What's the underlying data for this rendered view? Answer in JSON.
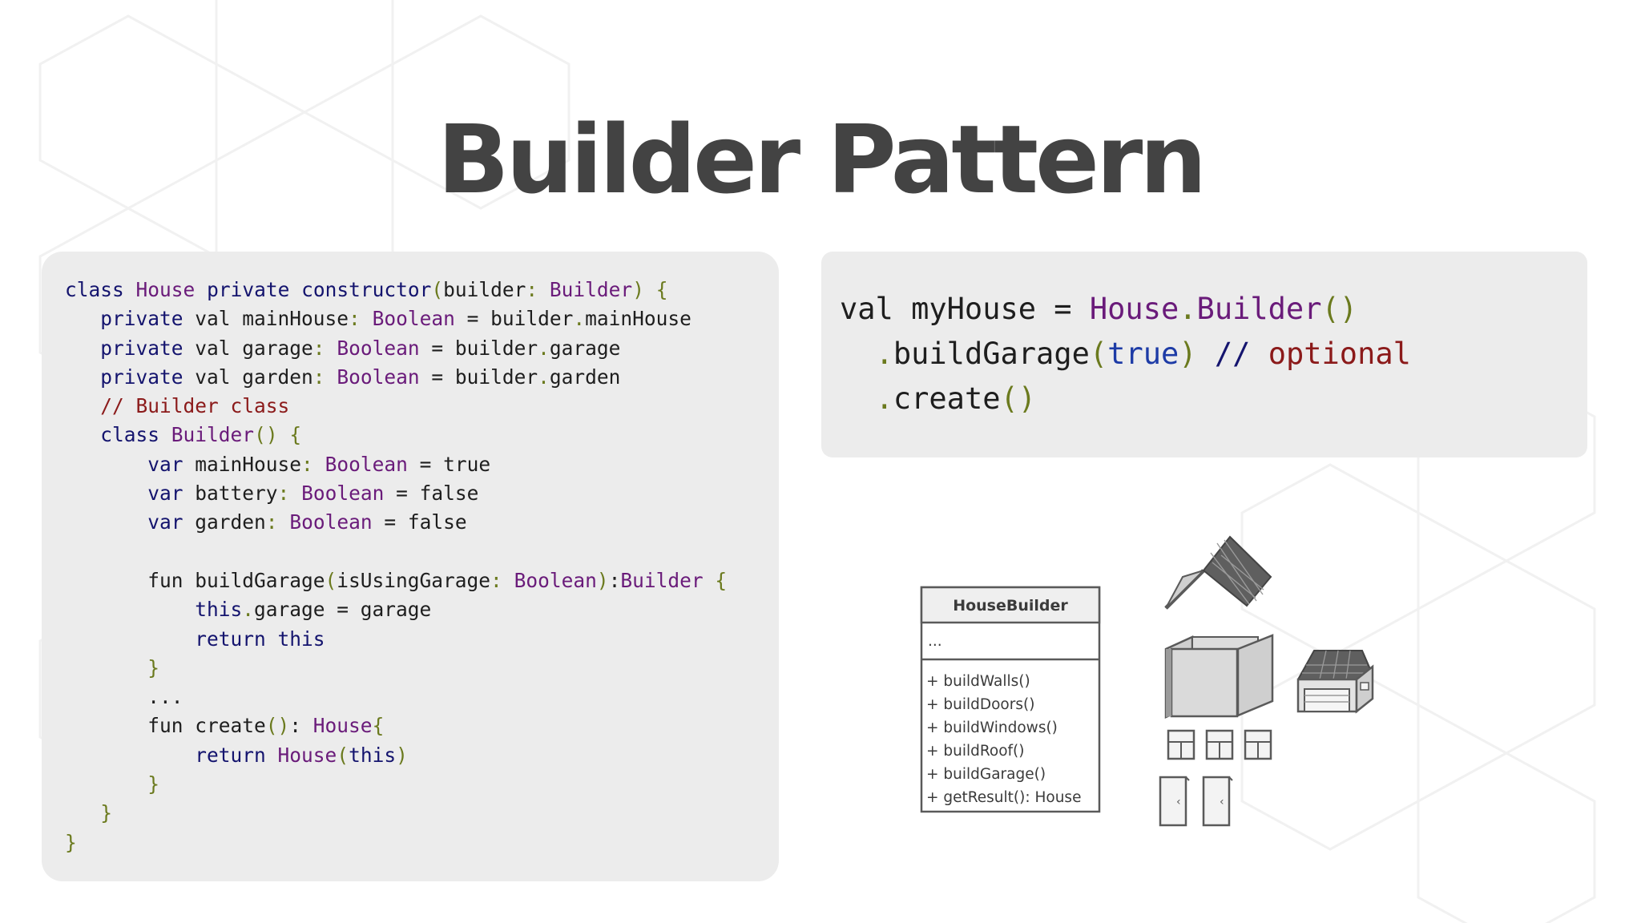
{
  "slide": {
    "title": "Builder Pattern"
  },
  "code_left": {
    "lines": [
      "class House private constructor(builder: Builder) {",
      "   private val mainHouse: Boolean = builder.mainHouse",
      "   private val garage: Boolean = builder.garage",
      "   private val garden: Boolean = builder.garden",
      "   // Builder class",
      "   class Builder() {",
      "       var mainHouse: Boolean = true",
      "       var battery: Boolean = false",
      "       var garden: Boolean = false",
      "",
      "       fun buildGarage(isUsingGarage: Boolean):Builder {",
      "           this.garage = garage",
      "           return this",
      "       }",
      "       ...",
      "       fun create(): House{",
      "           return House(this)",
      "       }",
      "   }",
      "}"
    ]
  },
  "code_right": {
    "lines": [
      "val myHouse = House.Builder()",
      "   .buildGarage(true) // optional",
      "   .create()"
    ]
  },
  "diagram": {
    "class_name": "HouseBuilder",
    "fields": "...",
    "methods": [
      "+ buildWalls()",
      "+ buildDoors()",
      "+ buildWindows()",
      "+ buildRoof()",
      "+ buildGarage()",
      "+ getResult(): House"
    ],
    "icons": [
      "roof-icon",
      "walls-icon",
      "window-icon",
      "door-icon",
      "garage-icon"
    ]
  },
  "colors": {
    "title": "#434343",
    "panel": "#ececec",
    "keyword": "#14146e",
    "type": "#6a1b7a",
    "comment": "#8b1a1a",
    "literal": "#1d3ba6",
    "punctuation": "#6b7a1e"
  }
}
